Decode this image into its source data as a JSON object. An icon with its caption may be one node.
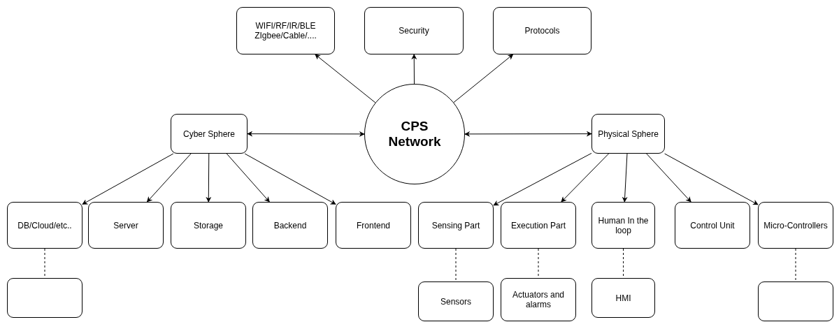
{
  "diagram": {
    "nodes": [
      {
        "text": [
          "WIFI/RF/IR/BLE ZIgbee/Cable/...."
        ]
      },
      {
        "text": [
          "Security"
        ]
      },
      {
        "text": [
          "Protocols"
        ]
      },
      {
        "text": [
          "Cyber Sphere"
        ]
      },
      {
        "text": [
          "CPS Network"
        ]
      },
      {
        "text": [
          "Physical Sphere"
        ]
      },
      {
        "text": [
          "DB/Cloud/etc.."
        ]
      },
      {
        "text": [
          "Server"
        ]
      },
      {
        "text": [
          "Storage"
        ]
      },
      {
        "text": [
          "Backend"
        ]
      },
      {
        "text": [
          "Frontend"
        ]
      },
      {
        "text": [
          "Sensing Part"
        ]
      },
      {
        "text": [
          "Execution Part"
        ]
      },
      {
        "text": [
          "Human In the loop"
        ]
      },
      {
        "text": [
          "Control Unit"
        ]
      },
      {
        "text": [
          "Micro-Controllers"
        ]
      },
      {
        "text": [],
        "shape": "box"
      },
      {
        "text": [
          "Sensors"
        ]
      },
      {
        "text": [
          "Actuators and alarms"
        ]
      },
      {
        "text": [
          "HMI"
        ]
      },
      {
        "text": [],
        "shape": "box"
      }
    ],
    "edges": [
      {
        "from": 4,
        "to": 0,
        "arrow": "to"
      },
      {
        "from": 4,
        "to": 1,
        "arrow": "to"
      },
      {
        "from": 4,
        "to": 2,
        "arrow": "to"
      },
      {
        "from": 3,
        "to": 4,
        "arrow": "both"
      },
      {
        "from": 4,
        "to": 5,
        "arrow": "both"
      },
      {
        "from": 3,
        "to": 6,
        "arrow": "to"
      },
      {
        "from": 3,
        "to": 7,
        "arrow": "to"
      },
      {
        "from": 3,
        "to": 8,
        "arrow": "to"
      },
      {
        "from": 3,
        "to": 9,
        "arrow": "to"
      },
      {
        "from": 3,
        "to": 10,
        "arrow": "to"
      },
      {
        "from": 5,
        "to": 11,
        "arrow": "to"
      },
      {
        "from": 5,
        "to": 12,
        "arrow": "to"
      },
      {
        "from": 5,
        "to": 13,
        "arrow": "to"
      },
      {
        "from": 5,
        "to": 14,
        "arrow": "to"
      },
      {
        "from": 5,
        "to": 15,
        "arrow": "to"
      },
      {
        "from": 6,
        "to": 16,
        "arrow": "none",
        "style": "dashed"
      },
      {
        "from": 11,
        "to": 17,
        "arrow": "none",
        "style": "dashed"
      },
      {
        "from": 12,
        "to": 18,
        "arrow": "none",
        "style": "dashed"
      },
      {
        "from": 13,
        "to": 19,
        "arrow": "none",
        "style": "dashed"
      },
      {
        "from": 15,
        "to": 20,
        "arrow": "none",
        "style": "dashed"
      }
    ]
  }
}
